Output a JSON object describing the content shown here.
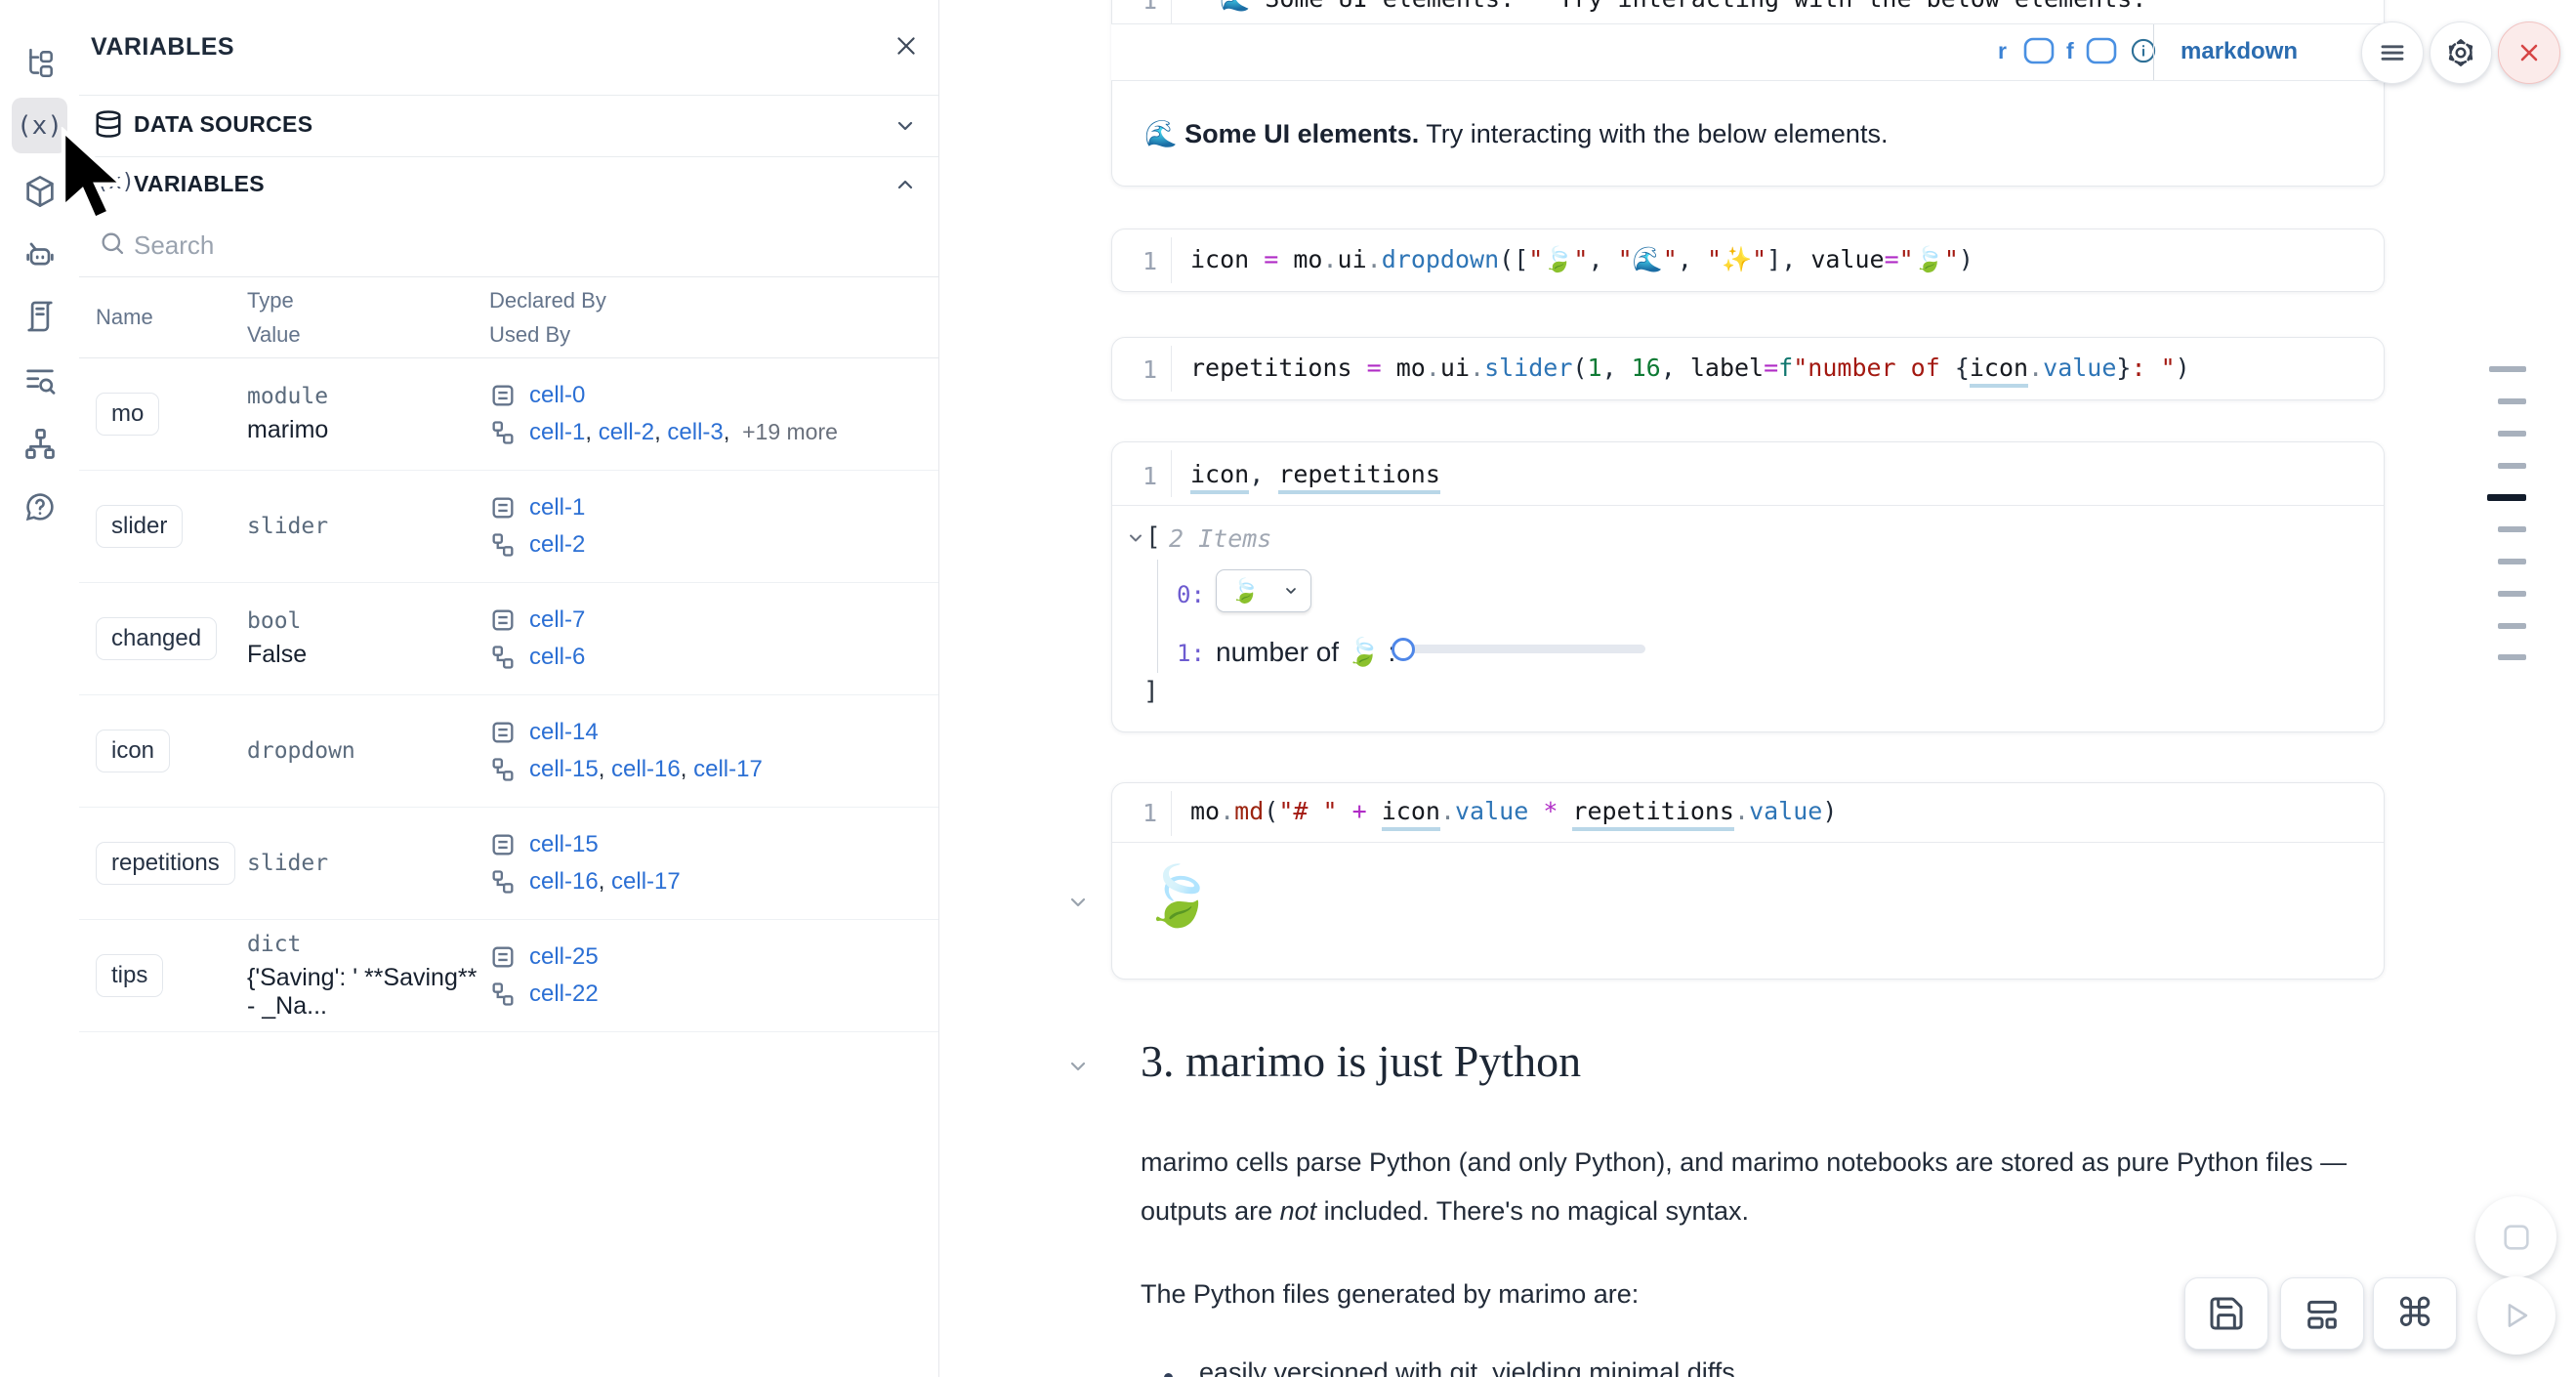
{
  "sidebar": {
    "icons": [
      "file-tree",
      "variables",
      "package",
      "ai-assistant",
      "snippets",
      "scratchpad-search",
      "dependency-graph",
      "help"
    ]
  },
  "panel": {
    "title": "VARIABLES",
    "sections": {
      "data_sources": "DATA SOURCES",
      "variables": "VARIABLES"
    },
    "search_placeholder": "Search",
    "table": {
      "headers": {
        "name": "Name",
        "type": "Type",
        "value": "Value",
        "declared": "Declared By",
        "used": "Used By"
      },
      "rows": [
        {
          "name": "mo",
          "type": "module",
          "value": "marimo",
          "declared": [
            "cell-0"
          ],
          "used": [
            "cell-1",
            "cell-2",
            "cell-3"
          ],
          "used_more": "+19 more"
        },
        {
          "name": "slider",
          "type": "slider",
          "value": "",
          "declared": [
            "cell-1"
          ],
          "used": [
            "cell-2"
          ]
        },
        {
          "name": "changed",
          "type": "bool",
          "value": "False",
          "declared": [
            "cell-7"
          ],
          "used": [
            "cell-6"
          ]
        },
        {
          "name": "icon",
          "type": "dropdown",
          "value": "",
          "declared": [
            "cell-14"
          ],
          "used": [
            "cell-15",
            "cell-16",
            "cell-17"
          ]
        },
        {
          "name": "repetitions",
          "type": "slider",
          "value": "",
          "declared": [
            "cell-15"
          ],
          "used": [
            "cell-16",
            "cell-17"
          ]
        },
        {
          "name": "tips",
          "type": "dict",
          "value": "{'Saving': ' **Saving** - _Na...",
          "declared": [
            "cell-25"
          ],
          "used": [
            "cell-22"
          ]
        }
      ]
    }
  },
  "notebook": {
    "top_cell": {
      "line_no": "1",
      "code_tokens": [
        [
          "id",
          "**🌊 Some UI elements.** Try interacting with the below elements."
        ]
      ],
      "toolbar": {
        "shortcut_r": "r",
        "shortcut_f": "f",
        "lang": "markdown"
      },
      "output_bold": "🌊 Some UI elements.",
      "output_rest": " Try interacting with the below elements."
    },
    "cells": [
      {
        "line_no": "1",
        "tokens": [
          [
            "id",
            "icon"
          ],
          [
            "op",
            " = "
          ],
          [
            "id",
            "mo"
          ],
          [
            "dot",
            "."
          ],
          [
            "id",
            "ui"
          ],
          [
            "dot",
            "."
          ],
          [
            "fn",
            "dropdown"
          ],
          [
            "par",
            "(["
          ],
          [
            "str",
            "\"🍃\""
          ],
          [
            "par",
            ", "
          ],
          [
            "str",
            "\"🌊\""
          ],
          [
            "par",
            ", "
          ],
          [
            "str",
            "\"✨\""
          ],
          [
            "par",
            "], "
          ],
          [
            "id",
            "value"
          ],
          [
            "op",
            "="
          ],
          [
            "str",
            "\"🍃\""
          ],
          [
            "par",
            ")"
          ]
        ]
      },
      {
        "line_no": "1",
        "tokens": [
          [
            "id",
            "repetitions"
          ],
          [
            "op",
            " = "
          ],
          [
            "id",
            "mo"
          ],
          [
            "dot",
            "."
          ],
          [
            "id",
            "ui"
          ],
          [
            "dot",
            "."
          ],
          [
            "fn",
            "slider"
          ],
          [
            "par",
            "("
          ],
          [
            "num",
            "1"
          ],
          [
            "par",
            ", "
          ],
          [
            "num",
            "16"
          ],
          [
            "par",
            ", "
          ],
          [
            "id",
            "label"
          ],
          [
            "op",
            "="
          ],
          [
            "fpre",
            "f"
          ],
          [
            "str",
            "\"number of "
          ],
          [
            "par",
            "{"
          ],
          [
            "lnk",
            "icon"
          ],
          [
            "dot",
            "."
          ],
          [
            "fn",
            "value"
          ],
          [
            "par",
            "}"
          ],
          [
            "str",
            ": \""
          ],
          [
            "par",
            ")"
          ]
        ]
      },
      {
        "line_no": "1",
        "tokens": [
          [
            "lnk",
            "icon"
          ],
          [
            "par",
            ", "
          ],
          [
            "lnk",
            "repetitions"
          ]
        ],
        "output": {
          "open": "[",
          "count": "2 Items",
          "i0": "0:",
          "i1": "1:",
          "dropdown_value": "🍃",
          "slider_label": "number of 🍃 : ",
          "close": "]"
        }
      },
      {
        "line_no": "1",
        "tokens": [
          [
            "id",
            "mo"
          ],
          [
            "dot",
            "."
          ],
          [
            "mdfn",
            "md"
          ],
          [
            "par",
            "("
          ],
          [
            "str",
            "\"# \""
          ],
          [
            "op",
            " + "
          ],
          [
            "lnk",
            "icon"
          ],
          [
            "dot",
            "."
          ],
          [
            "fn",
            "value"
          ],
          [
            "op",
            " * "
          ],
          [
            "lnk",
            "repetitions"
          ],
          [
            "dot",
            "."
          ],
          [
            "fn",
            "value"
          ],
          [
            "par",
            ")"
          ]
        ],
        "output_emoji": "🍃"
      }
    ],
    "section": {
      "heading": "3. marimo is just Python",
      "para1_pre": "marimo cells parse Python (and only Python), and marimo notebooks are stored as pure Python files — outputs are ",
      "para1_italic": "not",
      "para1_post": " included. There's no magical syntax.",
      "para2": "The Python files generated by marimo are:",
      "bullet1": "easily versioned with git, yielding minimal diffs"
    }
  }
}
